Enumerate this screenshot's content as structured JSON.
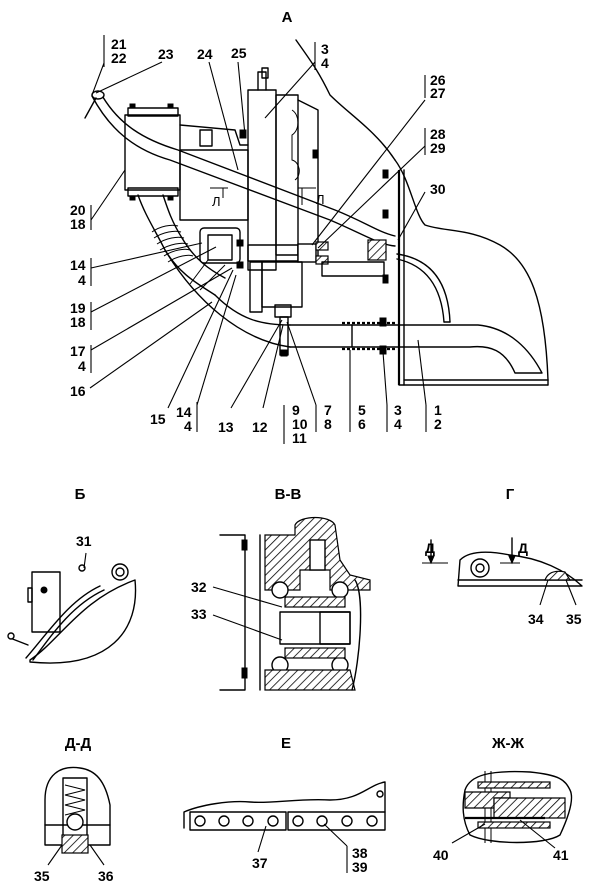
{
  "views": {
    "main": {
      "title": "А",
      "section_mark": "Л",
      "callouts": {
        "c21_22": [
          "21",
          "22"
        ],
        "c23": "23",
        "c24": "24",
        "c25": "25",
        "c3_4_top": [
          "3",
          "4"
        ],
        "c26_27": [
          "26",
          "27"
        ],
        "c28_29": [
          "28",
          "29"
        ],
        "c30": "30",
        "c20_18": [
          "20",
          "18"
        ],
        "c14_4_left": [
          "14",
          "4"
        ],
        "c19_18": [
          "19",
          "18"
        ],
        "c17_4": [
          "17",
          "4"
        ],
        "c16": "16",
        "c15": "15",
        "c14_4_bottom": [
          "14",
          "4"
        ],
        "c13": "13",
        "c12": "12",
        "c9_10_11": [
          "9",
          "10",
          "11"
        ],
        "c7_8": [
          "7",
          "8"
        ],
        "c5_6": [
          "5",
          "6"
        ],
        "c3_4_bottom": [
          "3",
          "4"
        ],
        "c1_2": [
          "1",
          "2"
        ]
      }
    },
    "view_b": {
      "title": "Б",
      "callouts": {
        "c31": "31"
      }
    },
    "section_vv": {
      "title": "В-В",
      "callouts": {
        "c32": "32",
        "c33": "33"
      }
    },
    "view_g": {
      "title": "Г",
      "section_mark": "Д",
      "callouts": {
        "c34": "34",
        "c35": "35"
      }
    },
    "section_dd": {
      "title": "Д-Д",
      "callouts": {
        "c35": "35",
        "c36": "36"
      }
    },
    "view_e": {
      "title": "Е",
      "callouts": {
        "c37": "37",
        "c38_39": [
          "38",
          "39"
        ]
      }
    },
    "section_zhzh": {
      "title": "Ж-Ж",
      "callouts": {
        "c40": "40",
        "c41": "41"
      }
    }
  }
}
